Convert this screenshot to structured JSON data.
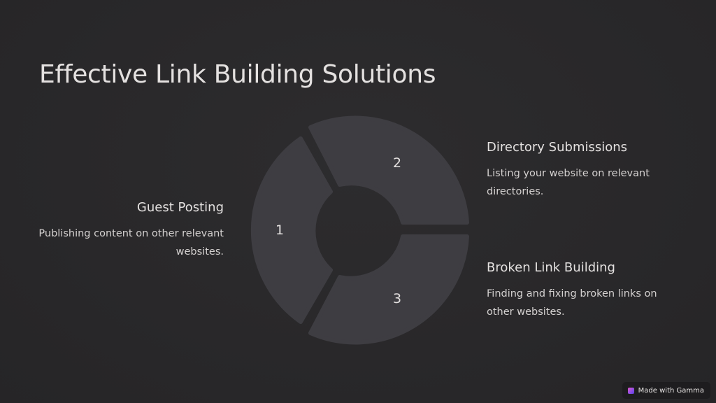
{
  "slide": {
    "title": "Effective Link Building Solutions"
  },
  "segments": [
    {
      "number": "1",
      "title": "Guest Posting",
      "description": "Publishing content on other relevant websites."
    },
    {
      "number": "2",
      "title": "Directory Submissions",
      "description": "Listing your website on relevant directories."
    },
    {
      "number": "3",
      "title": "Broken Link Building",
      "description": "Finding and fixing broken links on other websites."
    }
  ],
  "badge": {
    "label": "Made with Gamma",
    "icon": "gamma-logo-icon"
  },
  "colors": {
    "background": "#29282a",
    "segment": "#3e3d42",
    "text": "#e4e1e0"
  }
}
